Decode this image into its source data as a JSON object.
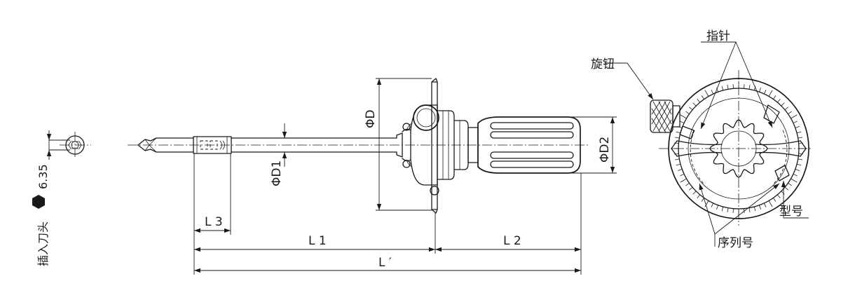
{
  "labels": {
    "insert_bit": "插入刀头",
    "hex_size": "6.35",
    "dim_L3": "L 3",
    "dim_L1": "L 1",
    "dim_L2": "L 2",
    "dim_L_total": "L ′",
    "dim_D": "ΦD",
    "dim_D1": "ΦD1",
    "dim_D2": "ΦD2",
    "knob": "旋钮",
    "pointer": "指针",
    "model_no": "型号",
    "serial_no": "序列号"
  },
  "icons": {
    "hex_symbol": "hexagon-icon"
  },
  "colors": {
    "line": "#1a1a1a",
    "background": "#ffffff"
  }
}
